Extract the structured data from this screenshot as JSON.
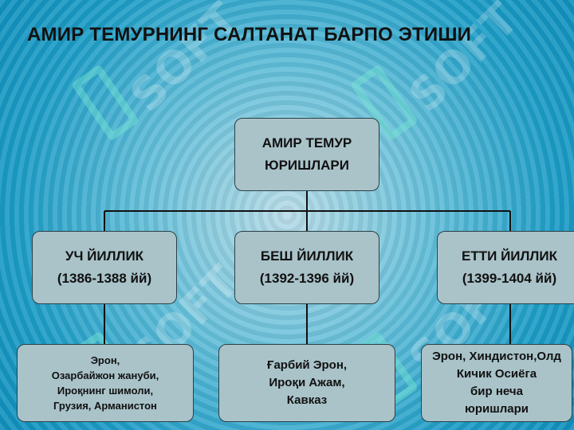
{
  "title": "АМИР ТЕМУРНИНГ САЛТАНАТ БАРПО ЭТИШИ",
  "root": {
    "label": "АМИР ТЕМУР\nЮРИШЛАРИ"
  },
  "campaigns": [
    {
      "label": "УЧ ЙИЛЛИК\n(1386-1388 йй)",
      "detail": "Эрон,\nОзарбайжон жануби,\nИроқнинг шимоли,\nГрузия, Арманистон"
    },
    {
      "label": "БЕШ ЙИЛЛИК\n(1392-1396 йй)",
      "detail": "Ғарбий Эрон,\nИроқи Ажам,\nКавказ"
    },
    {
      "label": "ЕТТИ ЙИЛЛИК\n(1399-1404 йй)",
      "detail": "Эрон, Хиндистон,Олд\nКичик Осиёга\nбир неча\nюришлари"
    }
  ],
  "watermark": "SOFT",
  "colors": {
    "box_fill": "#a9c3c9",
    "line": "#111111",
    "background": "#1c9cc6"
  }
}
